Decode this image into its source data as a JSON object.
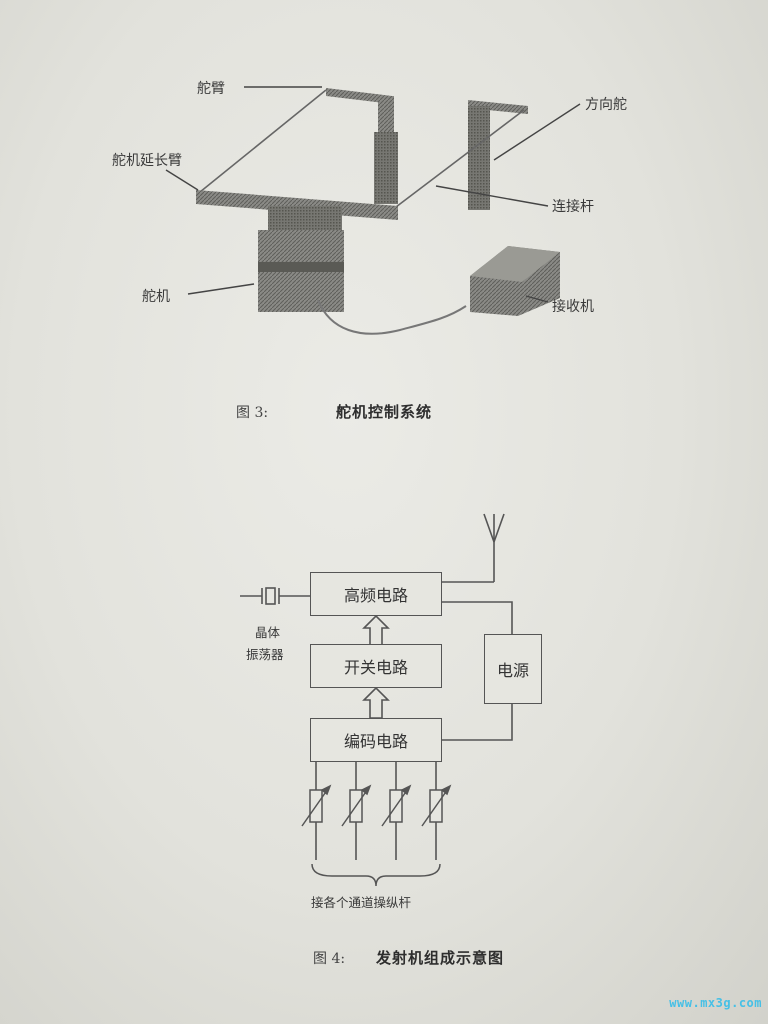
{
  "figure3": {
    "labels": {
      "arm": "舵臂",
      "extension_arm": "舵机延长臂",
      "servo": "舵机",
      "rudder": "方向舵",
      "link_rod": "连接杆",
      "receiver": "接收机"
    },
    "caption_number": "图 3:",
    "caption_title": "舵机控制系统"
  },
  "figure4": {
    "blocks": {
      "hf": "高频电路",
      "switch": "开关电路",
      "encode": "编码电路",
      "power": "电源"
    },
    "crystal_label_1": "晶体",
    "crystal_label_2": "振荡器",
    "bottom_label": "接各个通道操纵杆",
    "caption_number": "图 4:",
    "caption_title": "发射机组成示意图"
  },
  "watermark": "www.mx3g.com",
  "colors": {
    "line": "#555555",
    "paper": "#e4e4de",
    "watermark": "#46c0e6"
  }
}
